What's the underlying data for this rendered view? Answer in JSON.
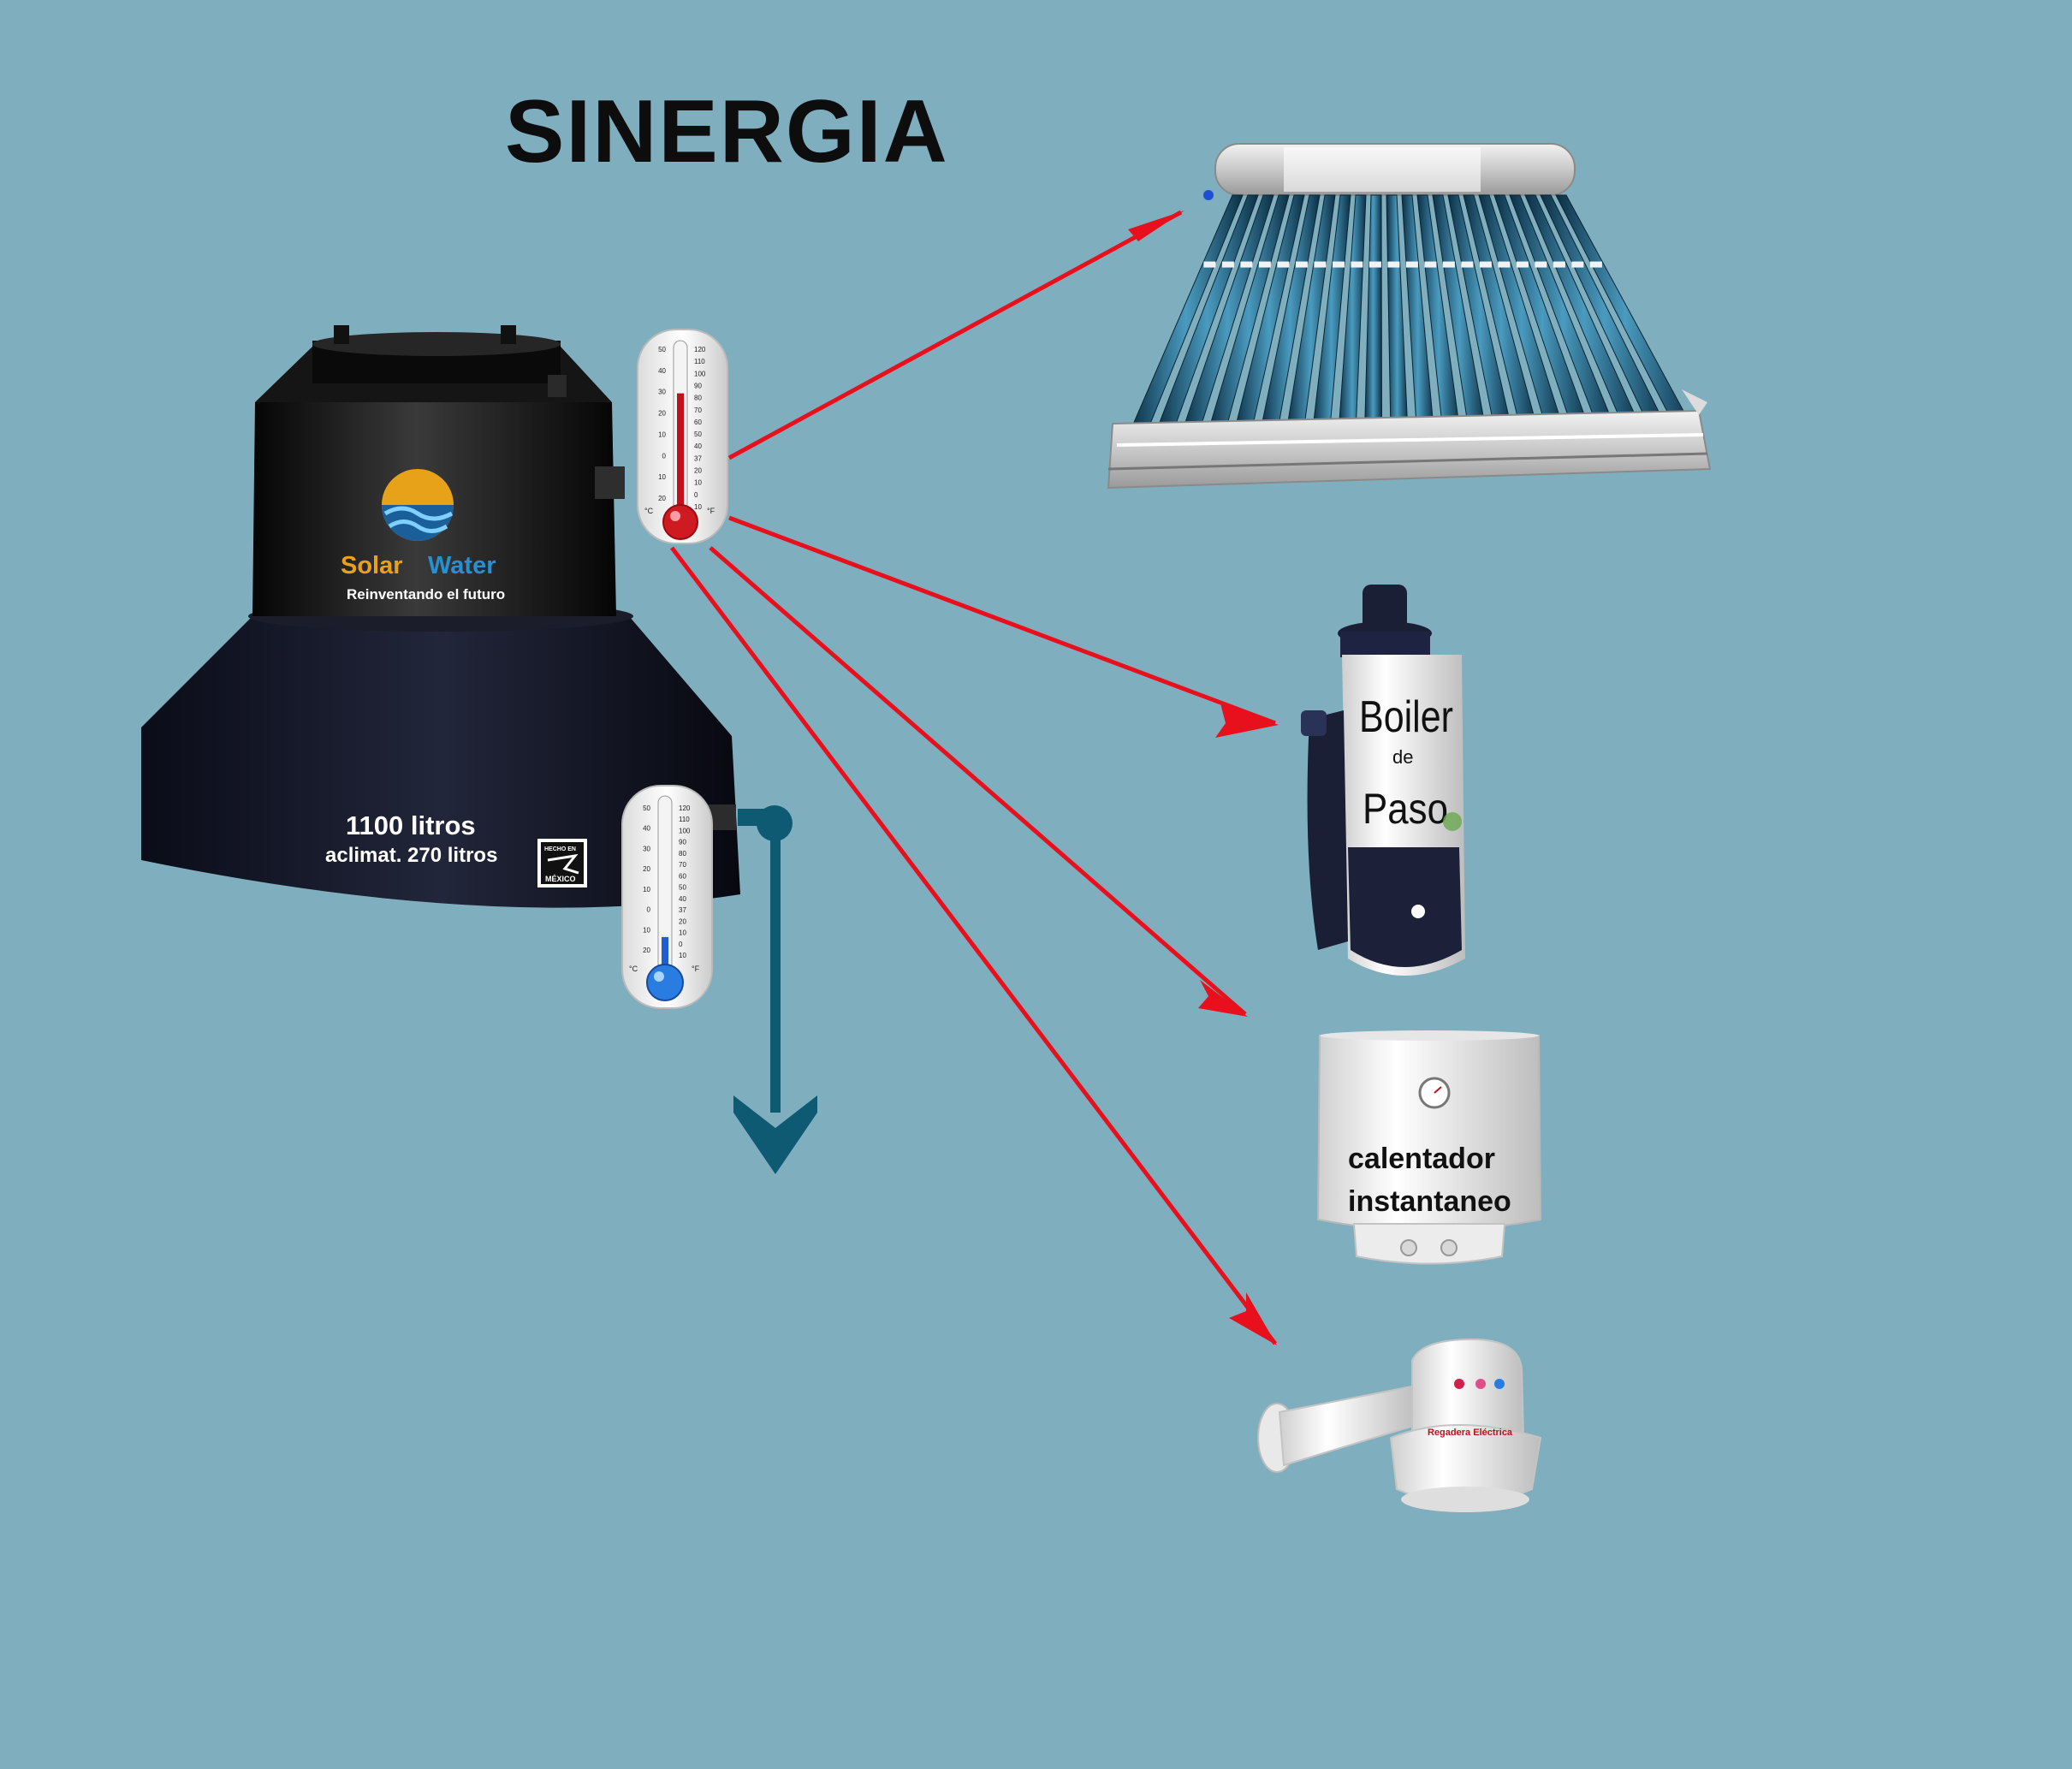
{
  "title": "SINERGIA",
  "tank": {
    "brand_left": "Solar",
    "brand_right": "Water",
    "slogan": "Reinventando el futuro",
    "capacity": "1100 litros",
    "acclimatized": "aclimat. 270 litros",
    "badge_top": "HECHO EN",
    "badge_bottom": "MÉXICO"
  },
  "thermometers": {
    "celsius_unit": "°C",
    "fahrenheit_unit": "°F",
    "celsius_ticks": [
      "50",
      "40",
      "30",
      "20",
      "10",
      "0",
      "10",
      "20"
    ],
    "fahrenheit_ticks": [
      "120",
      "110",
      "100",
      "90",
      "80",
      "70",
      "60",
      "50",
      "40",
      "37",
      "20",
      "10",
      "0",
      "10"
    ],
    "hot_level": 0.72,
    "cold_level": 0.22
  },
  "devices": {
    "boiler_line1": "Boiler",
    "boiler_line2": "de",
    "boiler_line3": "Paso",
    "heater_line1": "calentador",
    "heater_line2": "instantaneo",
    "shower_label": "Regadera Eléctrica"
  },
  "colors": {
    "background": "#7fafbe",
    "arrow_red": "#e8101c",
    "arrow_teal": "#0d5a72",
    "tank_black": "#0e0e0e",
    "brand_gold": "#e8a21a",
    "brand_blue": "#2a8fd0"
  }
}
